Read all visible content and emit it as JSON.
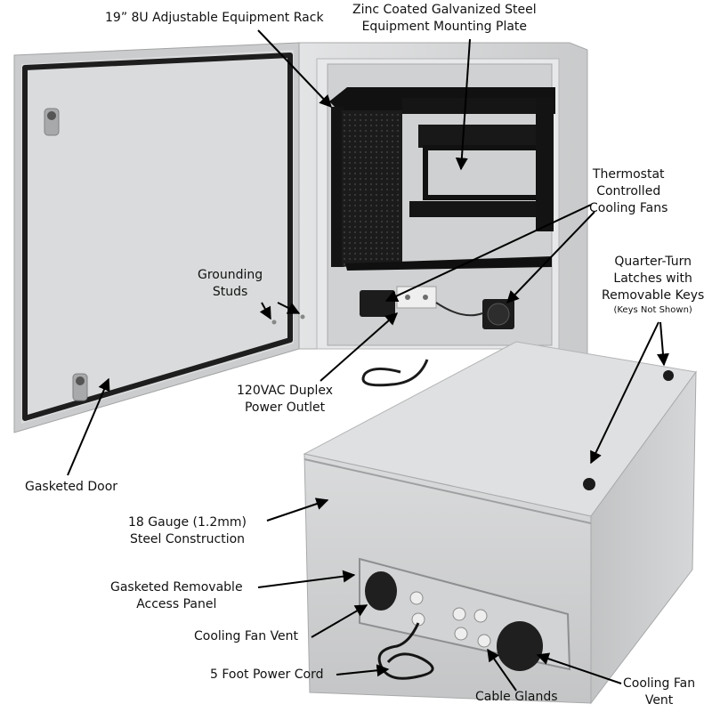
{
  "callouts": {
    "rack": [
      "19” 8U Adjustable Equipment Rack"
    ],
    "plate": [
      "Zinc Coated Galvanized Steel",
      "Equipment Mounting Plate"
    ],
    "fans": [
      "Thermostat",
      "Controlled",
      "Cooling Fans"
    ],
    "latches": [
      "Quarter-Turn",
      "Latches with",
      "Removable Keys"
    ],
    "latches_note": "(Keys Not Shown)",
    "grounding": [
      "Grounding",
      "Studs"
    ],
    "outlet": [
      "120VAC Duplex",
      "Power Outlet"
    ],
    "door": [
      "Gasketed Door"
    ],
    "steel": [
      "18 Gauge (1.2mm)",
      "Steel Construction"
    ],
    "panel": [
      "Gasketed Removable",
      "Access Panel"
    ],
    "fan_vent_left": [
      "Cooling Fan Vent"
    ],
    "cord": [
      "5 Foot Power Cord"
    ],
    "glands": [
      "Cable Glands"
    ],
    "fan_vent_right": [
      "Cooling Fan",
      "Vent"
    ]
  },
  "colors": {
    "enclosure": "#d9dadb",
    "enclosure_shadow": "#b9babb",
    "rack": "#1a1a1a",
    "gasket": "#1e1e1e",
    "arrow": "#000000"
  }
}
